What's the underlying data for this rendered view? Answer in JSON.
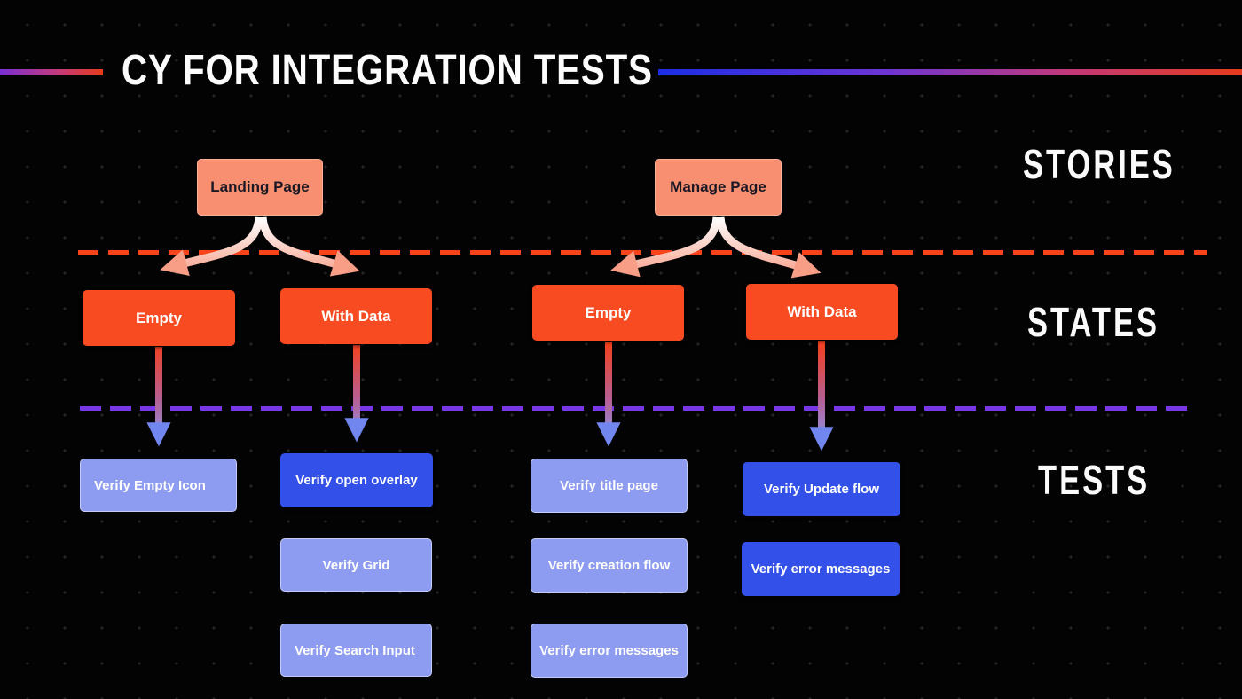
{
  "title": "CY FOR INTEGRATION TESTS",
  "row_labels": {
    "stories": "STORIES",
    "states": "STATES",
    "tests": "TESTS"
  },
  "groups": [
    {
      "story": "Landing Page",
      "states": [
        {
          "name": "Empty",
          "tests": [
            {
              "label": "Verify Empty Icon",
              "variant": "light",
              "align": "left"
            }
          ]
        },
        {
          "name": "With Data",
          "tests": [
            {
              "label": "Verify open overlay",
              "variant": "blue",
              "align": "center"
            },
            {
              "label": "Verify Grid",
              "variant": "light",
              "align": "center"
            },
            {
              "label": "Verify Search Input",
              "variant": "light",
              "align": "left"
            }
          ]
        }
      ]
    },
    {
      "story": "Manage Page",
      "states": [
        {
          "name": "Empty",
          "tests": [
            {
              "label": "Verify title page",
              "variant": "light",
              "align": "center"
            },
            {
              "label": "Verify creation flow",
              "variant": "light",
              "align": "center"
            },
            {
              "label": "Verify error messages",
              "variant": "light",
              "align": "center"
            }
          ]
        },
        {
          "name": "With Data",
          "tests": [
            {
              "label": "Verify Update flow",
              "variant": "blue",
              "align": "center"
            },
            {
              "label": "Verify error messages",
              "variant": "blue",
              "align": "center"
            }
          ]
        }
      ]
    }
  ],
  "colors": {
    "background": "#030303",
    "story_box": "#F98F71",
    "state_box": "#F84B22",
    "test_light": "#8D9BF1",
    "test_blue": "#3351E9",
    "divider_stories_states": "#F8431B",
    "divider_states_tests": "#7838E8",
    "title_text": "#FDFDFD",
    "line_left_gradient": [
      "#7A2FD4",
      "#E63B1C"
    ],
    "line_right_gradient": [
      "#1C2DE4",
      "#E63B1C"
    ]
  }
}
